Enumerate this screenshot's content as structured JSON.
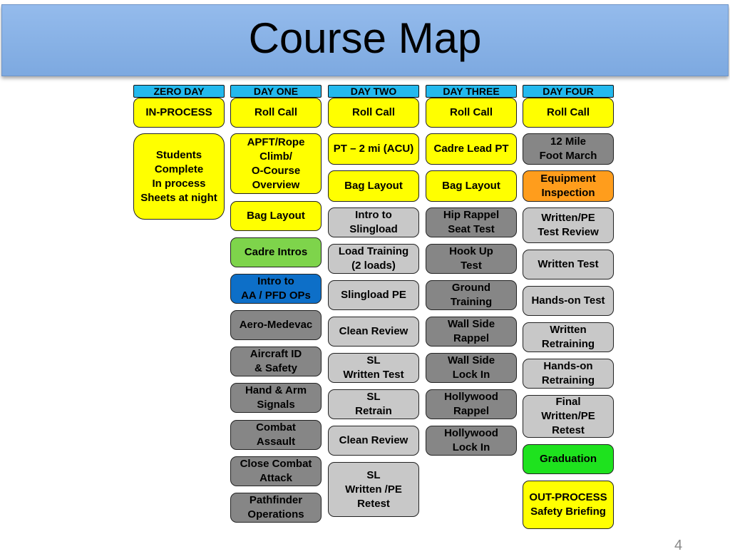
{
  "title": "Course Map",
  "page_number": "4",
  "columns": [
    {
      "header": "ZERO DAY",
      "items": [
        {
          "label": "IN-PROCESS",
          "color": "#ffff00"
        },
        {
          "label": "Students\nComplete\nIn process\nSheets at night",
          "color": "#ffff00"
        }
      ]
    },
    {
      "header": "DAY ONE",
      "items": [
        {
          "label": "Roll Call",
          "color": "#ffff00"
        },
        {
          "label": "APFT/Rope\nClimb/\nO-Course\nOverview",
          "color": "#ffff00"
        },
        {
          "label": "Bag Layout",
          "color": "#ffff00"
        },
        {
          "label": "Cadre Intros",
          "color": "#7ed44b"
        },
        {
          "label": "Intro to\nAA / PFD OPs",
          "color": "#0d6fc8"
        },
        {
          "label": "Aero-Medevac",
          "color": "#868686"
        },
        {
          "label": "Aircraft ID\n& Safety",
          "color": "#868686"
        },
        {
          "label": "Hand & Arm\nSignals",
          "color": "#868686"
        },
        {
          "label": "Combat\nAssault",
          "color": "#868686"
        },
        {
          "label": "Close Combat\nAttack",
          "color": "#868686"
        },
        {
          "label": "Pathfinder\nOperations",
          "color": "#868686"
        }
      ]
    },
    {
      "header": "DAY TWO",
      "items": [
        {
          "label": "Roll Call",
          "color": "#ffff00"
        },
        {
          "label": "PT – 2 mi (ACU)",
          "color": "#ffff00"
        },
        {
          "label": "Bag Layout",
          "color": "#ffff00"
        },
        {
          "label": "Intro to\nSlingload",
          "color": "#c8c8c8"
        },
        {
          "label": "Load Training\n(2 loads)",
          "color": "#c8c8c8"
        },
        {
          "label": "Slingload PE",
          "color": "#c8c8c8"
        },
        {
          "label": "Clean Review",
          "color": "#c8c8c8"
        },
        {
          "label": "SL\nWritten Test",
          "color": "#c8c8c8"
        },
        {
          "label": "SL\nRetrain",
          "color": "#c8c8c8"
        },
        {
          "label": "Clean Review",
          "color": "#c8c8c8"
        },
        {
          "label": "SL\nWritten /PE\nRetest",
          "color": "#c8c8c8"
        }
      ]
    },
    {
      "header": "DAY THREE",
      "items": [
        {
          "label": "Roll Call",
          "color": "#ffff00"
        },
        {
          "label": "Cadre Lead PT",
          "color": "#ffff00"
        },
        {
          "label": "Bag Layout",
          "color": "#ffff00"
        },
        {
          "label": "Hip Rappel\nSeat Test",
          "color": "#868686"
        },
        {
          "label": "Hook Up\nTest",
          "color": "#868686"
        },
        {
          "label": "Ground\nTraining",
          "color": "#868686"
        },
        {
          "label": "Wall Side\nRappel",
          "color": "#868686"
        },
        {
          "label": "Wall Side\nLock In",
          "color": "#868686"
        },
        {
          "label": "Hollywood\nRappel",
          "color": "#868686"
        },
        {
          "label": "Hollywood\nLock In",
          "color": "#868686"
        }
      ]
    },
    {
      "header": "DAY FOUR",
      "items": [
        {
          "label": "Roll Call",
          "color": "#ffff00"
        },
        {
          "label": "12 Mile\nFoot March",
          "color": "#868686"
        },
        {
          "label": "Equipment\nInspection",
          "color": "#ff9d1c"
        },
        {
          "label": "Written/PE\nTest Review",
          "color": "#c8c8c8"
        },
        {
          "label": "Written Test",
          "color": "#c8c8c8"
        },
        {
          "label": "Hands-on Test",
          "color": "#c8c8c8"
        },
        {
          "label": "Written\nRetraining",
          "color": "#c8c8c8"
        },
        {
          "label": "Hands-on\nRetraining",
          "color": "#c8c8c8"
        },
        {
          "label": "Final\nWritten/PE\nRetest",
          "color": "#c8c8c8"
        },
        {
          "label": "Graduation",
          "color": "#1ee21e"
        },
        {
          "label": "OUT-PROCESS\nSafety Briefing",
          "color": "#ffff00"
        }
      ]
    }
  ]
}
